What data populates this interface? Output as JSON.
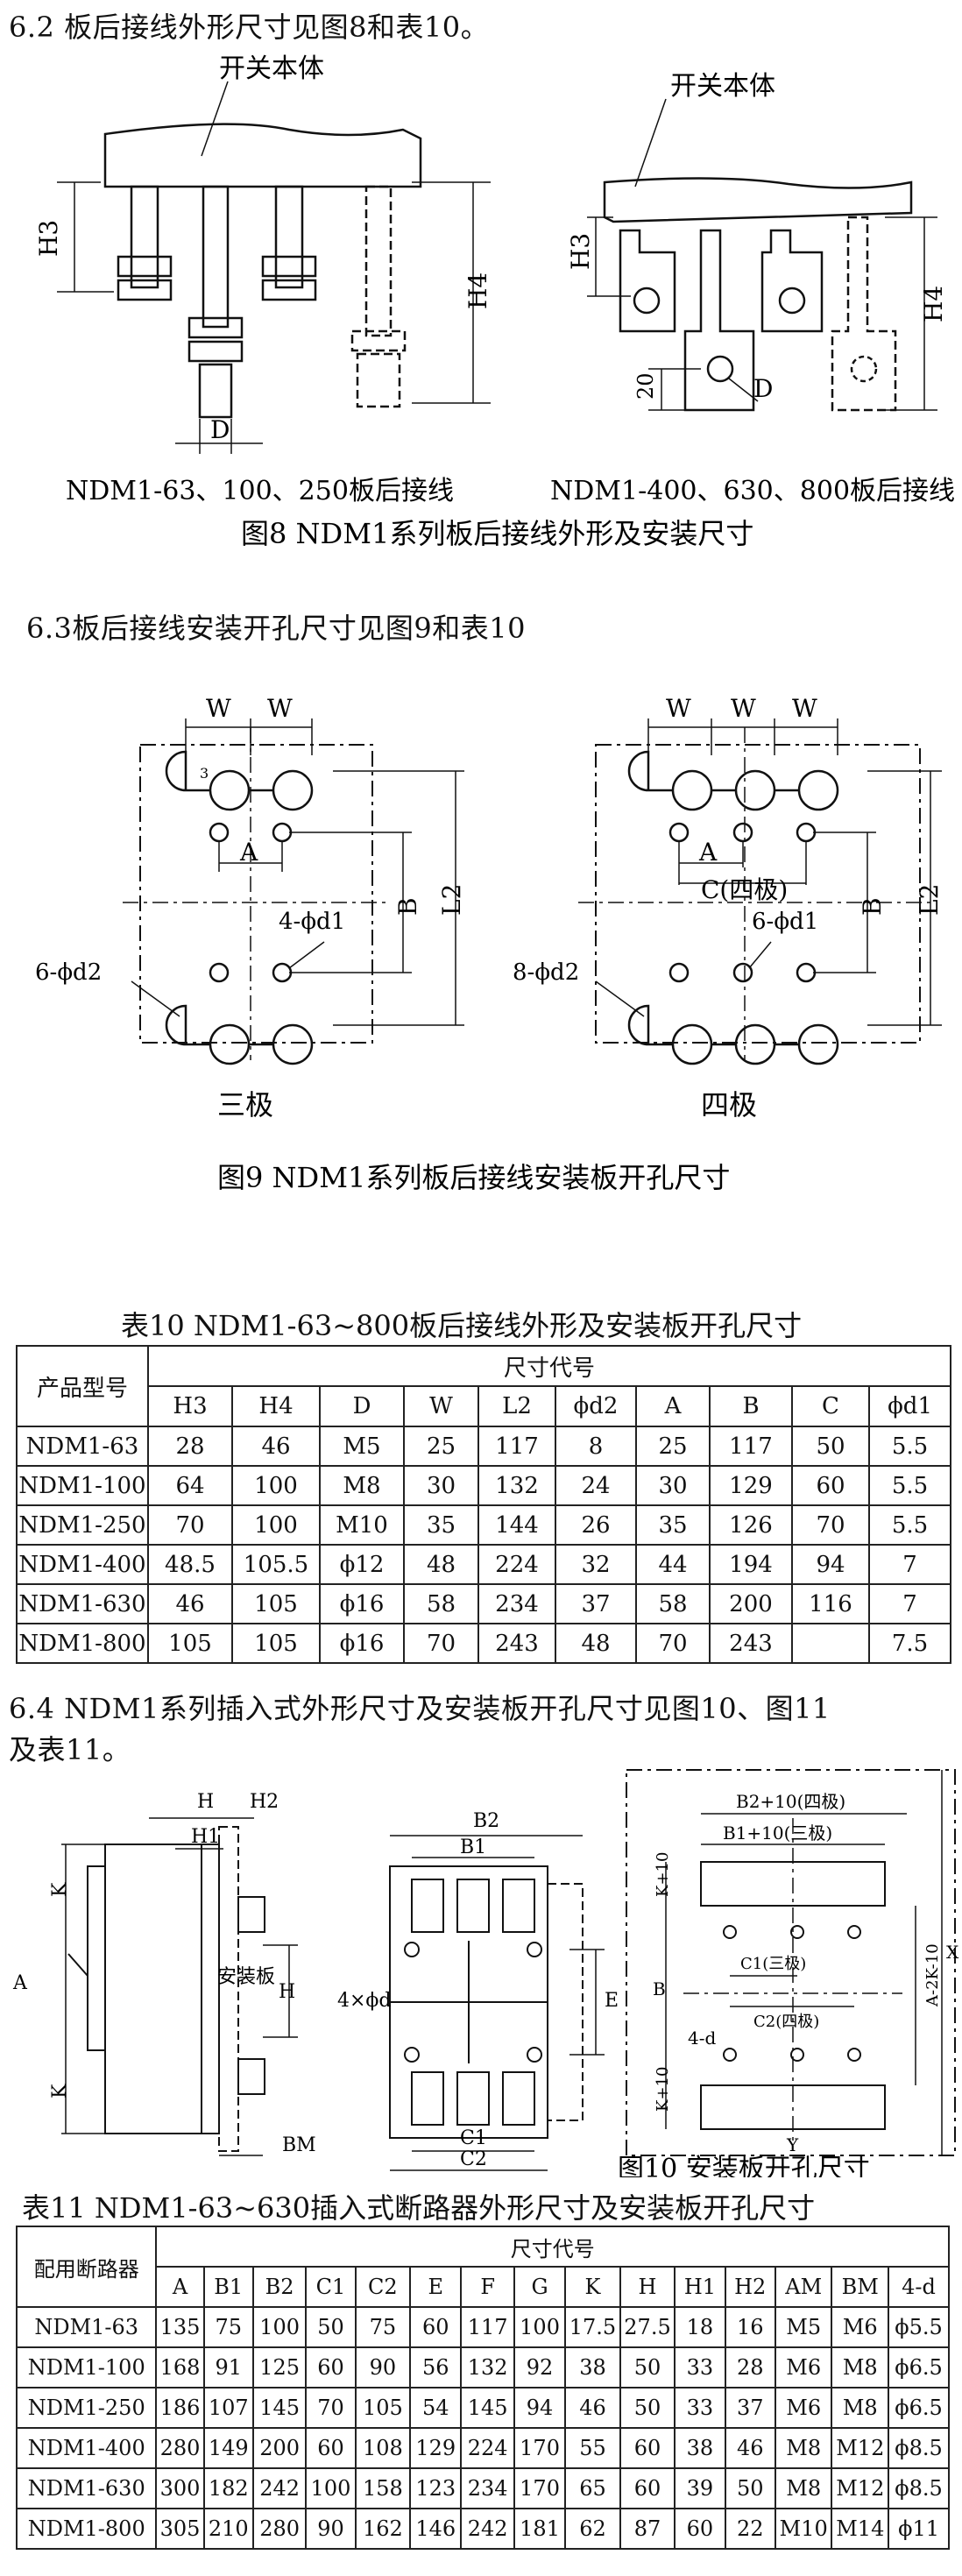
{
  "sec62": {
    "heading": "6.2  板后接线外形尺寸见图8和表10。"
  },
  "fig8": {
    "body_label": "开关本体",
    "dim_h3": "H3",
    "dim_h4": "H4",
    "dim_d": "D",
    "dim_20": "20",
    "left_caption": "NDM1-63、100、250板后接线",
    "right_caption": "NDM1-400、630、800板后接线",
    "caption": "图8 NDM1系列板后接线外形及安装尺寸"
  },
  "sec63": {
    "heading": "6.3板后接线安装开孔尺寸见图9和表10"
  },
  "fig9": {
    "w": "W",
    "a": "A",
    "b": "B",
    "l2": "L2",
    "c4": "C(四极)",
    "d1_3p": "4-ϕd1",
    "d2_3p": "6-ϕd2",
    "d1_4p": "6-ϕd1",
    "d2_4p": "8-ϕd2",
    "r3": "3",
    "three_pole": "三极",
    "four_pole": "四极",
    "caption": "图9 NDM1系列板后接线安装板开孔尺寸"
  },
  "table10": {
    "title": "表10 NDM1-63~800板后接线外形及安装板开孔尺寸",
    "rowhead": "产品型号",
    "group": "尺寸代号",
    "columns": [
      "H3",
      "H4",
      "D",
      "W",
      "L2",
      "ϕd2",
      "A",
      "B",
      "C",
      "ϕd1"
    ],
    "rows": [
      [
        "NDM1-63",
        "28",
        "46",
        "M5",
        "25",
        "117",
        "8",
        "25",
        "117",
        "50",
        "5.5"
      ],
      [
        "NDM1-100",
        "64",
        "100",
        "M8",
        "30",
        "132",
        "24",
        "30",
        "129",
        "60",
        "5.5"
      ],
      [
        "NDM1-250",
        "70",
        "100",
        "M10",
        "35",
        "144",
        "26",
        "35",
        "126",
        "70",
        "5.5"
      ],
      [
        "NDM1-400",
        "48.5",
        "105.5",
        "ϕ12",
        "48",
        "224",
        "32",
        "44",
        "194",
        "94",
        "7"
      ],
      [
        "NDM1-630",
        "46",
        "105",
        "ϕ16",
        "58",
        "234",
        "37",
        "58",
        "200",
        "116",
        "7"
      ],
      [
        "NDM1-800",
        "105",
        "105",
        "ϕ16",
        "70",
        "243",
        "48",
        "70",
        "243",
        "",
        "7.5"
      ]
    ]
  },
  "sec64": {
    "line1": "6.4 NDM1系列插入式外形尺寸及安装板开孔尺寸见图10、图11",
    "line2": "及表11。"
  },
  "fig10": {
    "h": "H",
    "h1": "H1",
    "h2": "H2",
    "k": "K",
    "a": "A",
    "bm": "BM",
    "plate": "安装板",
    "b1": "B1",
    "b2": "B2",
    "c1": "C1",
    "c2": "C2",
    "e": "E",
    "holes": "4×ϕd",
    "b2_4p": "B2+10(四极)",
    "b1_3p": "B1+10(三极)",
    "k10": "K+10",
    "c1_3p": "C1(三极)",
    "c2_4p": "C2(四极)",
    "d4": "4-d",
    "x": "X",
    "y": "Y",
    "a2k": "A-2K-10",
    "b": "B",
    "caption": "图10  安装板开孔尺寸"
  },
  "table11": {
    "title": "表11 NDM1-63~630插入式断路器外形尺寸及安装板开孔尺寸",
    "rowhead": "配用断路器",
    "group": "尺寸代号",
    "columns": [
      "A",
      "B1",
      "B2",
      "C1",
      "C2",
      "E",
      "F",
      "G",
      "K",
      "H",
      "H1",
      "H2",
      "AM",
      "BM",
      "4-d"
    ],
    "rows": [
      [
        "NDM1-63",
        "135",
        "75",
        "100",
        "50",
        "75",
        "60",
        "117",
        "100",
        "17.5",
        "27.5",
        "18",
        "16",
        "M5",
        "M6",
        "ϕ5.5"
      ],
      [
        "NDM1-100",
        "168",
        "91",
        "125",
        "60",
        "90",
        "56",
        "132",
        "92",
        "38",
        "50",
        "33",
        "28",
        "M6",
        "M8",
        "ϕ6.5"
      ],
      [
        "NDM1-250",
        "186",
        "107",
        "145",
        "70",
        "105",
        "54",
        "145",
        "94",
        "46",
        "50",
        "33",
        "37",
        "M6",
        "M8",
        "ϕ6.5"
      ],
      [
        "NDM1-400",
        "280",
        "149",
        "200",
        "60",
        "108",
        "129",
        "224",
        "170",
        "55",
        "60",
        "38",
        "46",
        "M8",
        "M12",
        "ϕ8.5"
      ],
      [
        "NDM1-630",
        "300",
        "182",
        "242",
        "100",
        "158",
        "123",
        "234",
        "170",
        "65",
        "60",
        "39",
        "50",
        "M8",
        "M12",
        "ϕ8.5"
      ],
      [
        "NDM1-800",
        "305",
        "210",
        "280",
        "90",
        "162",
        "146",
        "242",
        "181",
        "62",
        "87",
        "60",
        "22",
        "M10",
        "M14",
        "ϕ11"
      ]
    ]
  }
}
